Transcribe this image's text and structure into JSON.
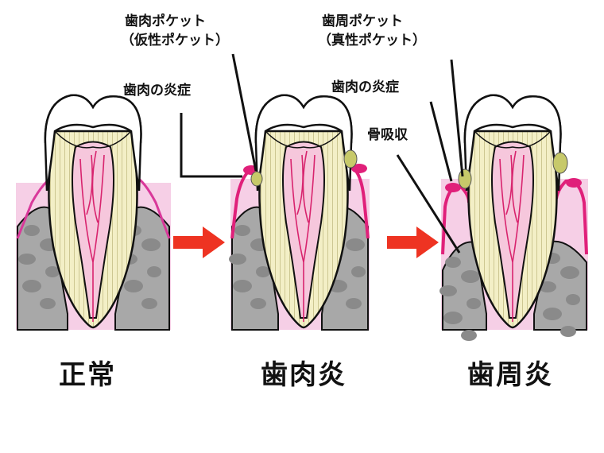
{
  "stages": [
    {
      "caption": "正常"
    },
    {
      "caption": "歯肉炎"
    },
    {
      "caption": "歯周炎"
    }
  ],
  "annotations": {
    "gingival_pocket_line1": "歯肉ポケット",
    "gingival_pocket_line2": "（仮性ポケット）",
    "gingivitis_mid": "歯肉の炎症",
    "periodontal_pocket_line1": "歯周ポケット",
    "periodontal_pocket_line2": "（真性ポケット）",
    "gingivitis_right": "歯肉の炎症",
    "bone_resorption": "骨吸収"
  },
  "colors": {
    "gum": "#f6cfe6",
    "gum_edge": "#d9389a",
    "bone": "#a8a8a8",
    "bone_spot": "#8a8a8a",
    "enamel": "#ffffff",
    "dentin": "#f3efc6",
    "pulp": "#f6c7dc",
    "nerve": "#d8246e",
    "plaque": "#c7c96a",
    "arrow": "#ee3322",
    "inflamed": "#e0207a"
  }
}
